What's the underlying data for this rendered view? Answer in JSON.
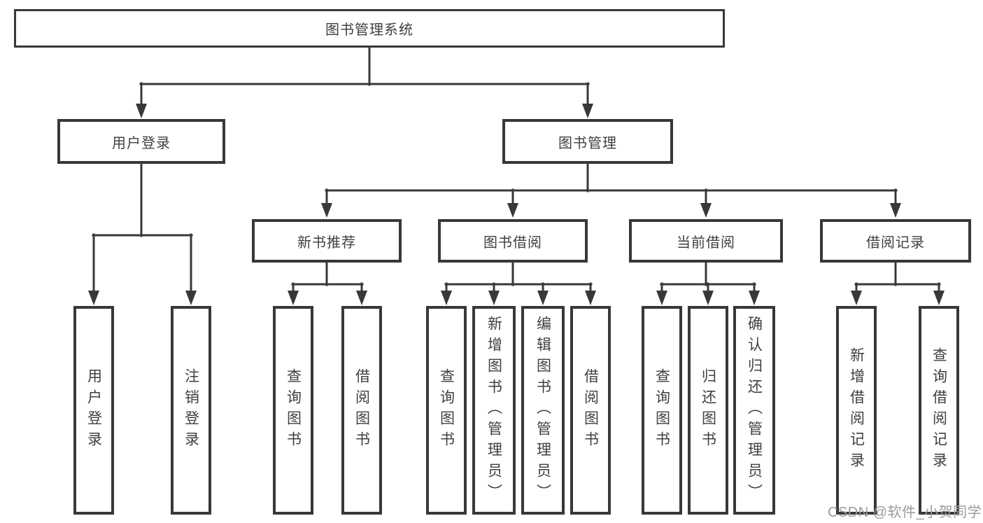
{
  "tree": {
    "root": {
      "label": "图书管理系统"
    },
    "branches": [
      {
        "label": "用户登录",
        "leaves": [
          "用户登录",
          "注销登录"
        ]
      },
      {
        "label": "图书管理",
        "groups": [
          {
            "label": "新书推荐",
            "leaves": [
              "查询图书",
              "借阅图书"
            ]
          },
          {
            "label": "图书借阅",
            "leaves": [
              "查询图书",
              "新增图书（管理员）",
              "编辑图书（管理员）",
              "借阅图书"
            ]
          },
          {
            "label": "当前借阅",
            "leaves": [
              "查询图书",
              "归还图书",
              "确认归还（管理员）"
            ]
          },
          {
            "label": "借阅记录",
            "leaves": [
              "新增借阅记录",
              "查询借阅记录"
            ]
          }
        ]
      }
    ]
  },
  "watermark": {
    "text": "CSDN @软件_小贺同学"
  },
  "colors": {
    "line": "#383838",
    "text": "#3f3f3f",
    "background": "#ffffff",
    "watermark": "#9b9b9b"
  }
}
